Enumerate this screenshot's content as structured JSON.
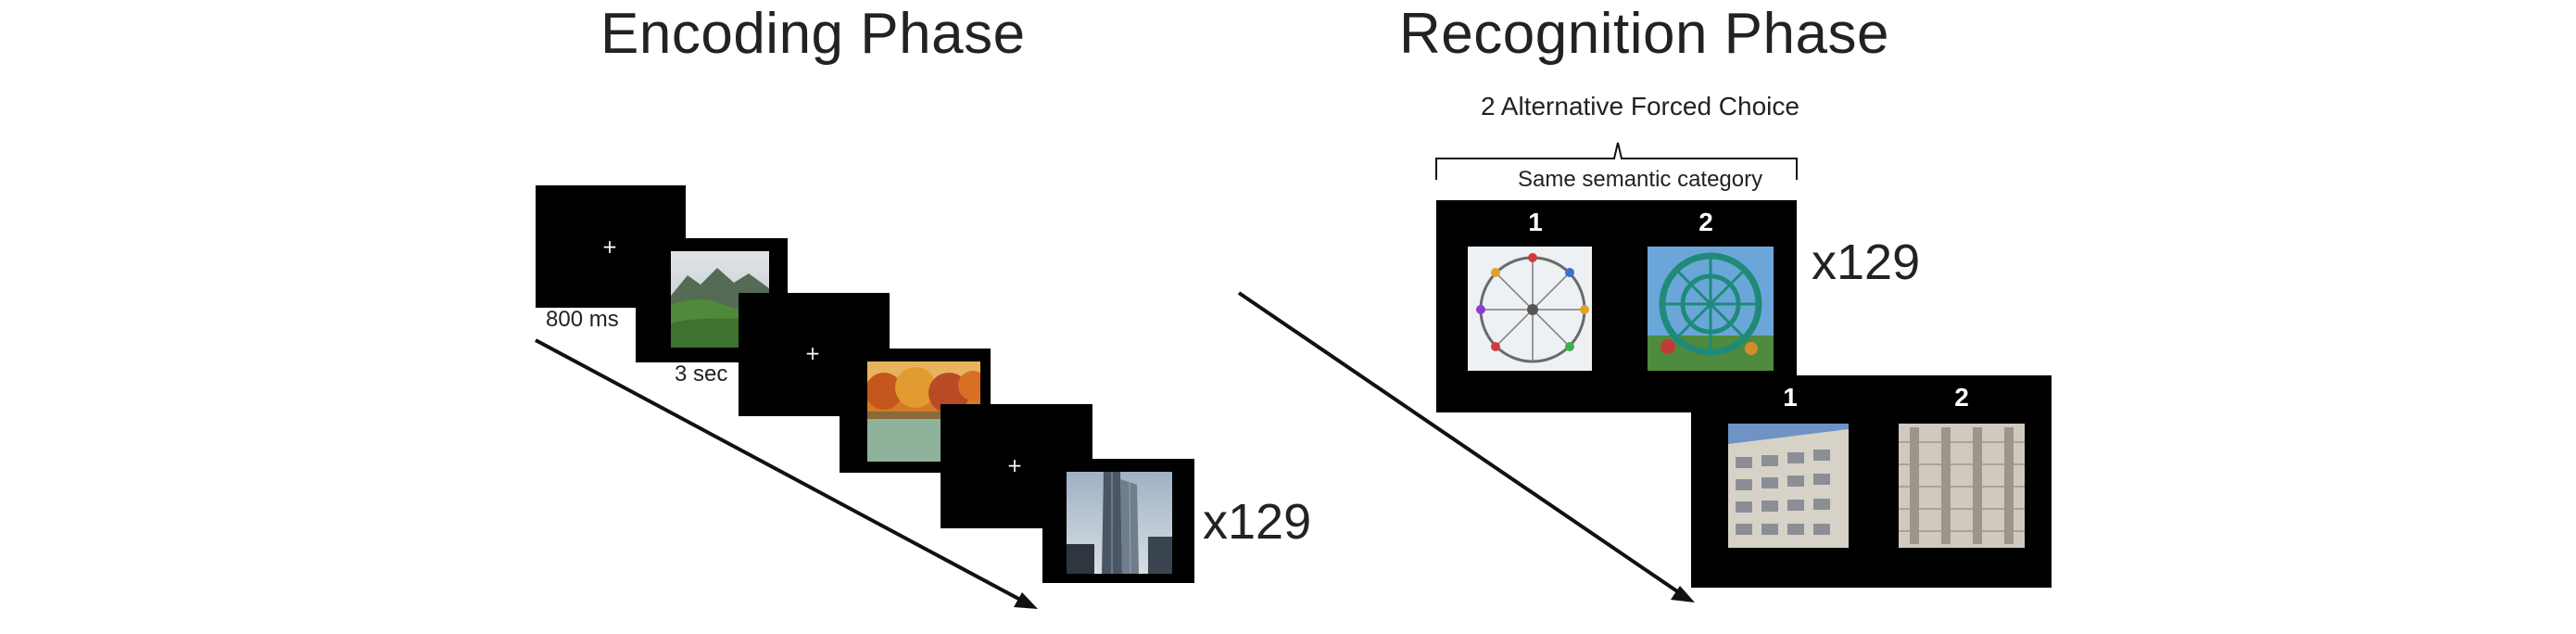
{
  "encoding": {
    "title": "Encoding Phase",
    "fixation_label": "800 ms",
    "image_label": "3 sec",
    "fixation_symbol": "+",
    "repetitions": "x129"
  },
  "recognition": {
    "title": "Recognition Phase",
    "task_label": "2 Alternative Forced Choice",
    "category_label": "Same semantic category",
    "repetitions": "x129",
    "trial_1": {
      "option_1": "1",
      "option_2": "2"
    },
    "trial_2": {
      "option_1": "1",
      "option_2": "2"
    }
  },
  "colors": {
    "screen": "#000000",
    "text": "#1f1f1f",
    "arrow": "#111111"
  }
}
